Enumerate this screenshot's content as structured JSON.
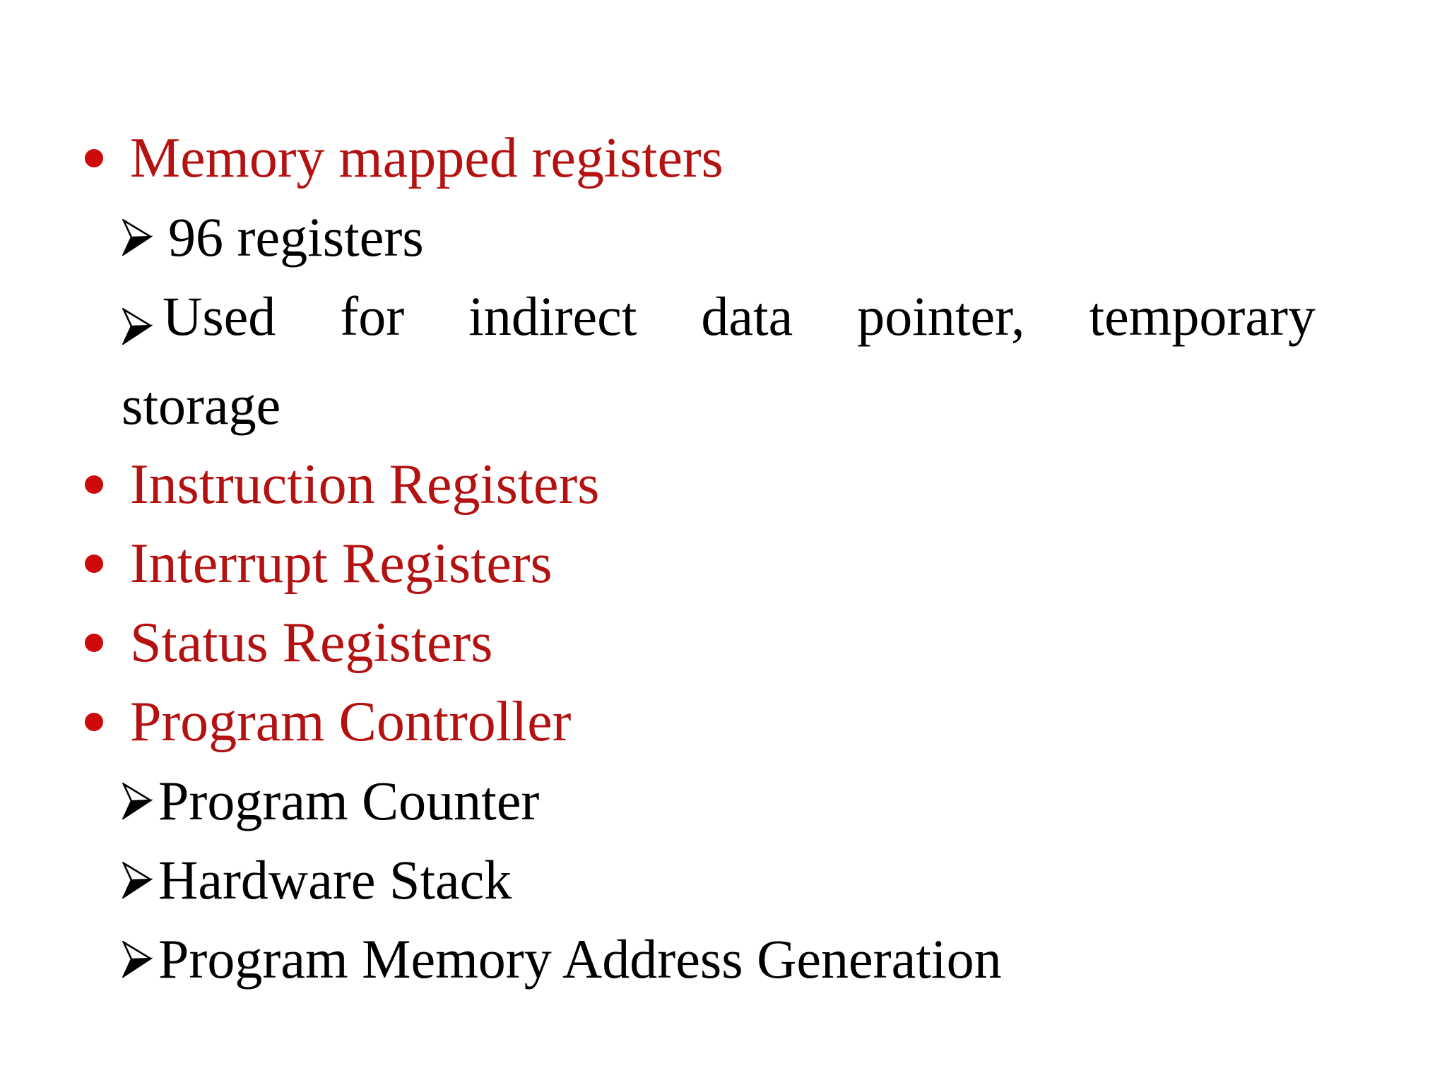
{
  "slide": {
    "background_color": "#FFFFFF",
    "accent_color": "#B41111",
    "bullet_marker_color": "#CE0A0A",
    "body_color": "#000000",
    "bullet_glyph": "disc-bullet-icon",
    "sub_bullet_glyph": "arrowhead-bullet-icon"
  },
  "outline": [
    {
      "level": 1,
      "label": "Memory mapped registers",
      "color": "#B41111",
      "children": [
        {
          "level": 2,
          "label": "96 registers",
          "color": "#000000"
        },
        {
          "level": 2,
          "label": "Used for indirect data pointer, temporary storage",
          "color": "#000000",
          "line_1": "Used for indirect data pointer, temporary",
          "line_2": "storage",
          "justified": true
        }
      ]
    },
    {
      "level": 1,
      "label": "Instruction Registers",
      "color": "#B41111",
      "children": []
    },
    {
      "level": 1,
      "label": "Interrupt Registers",
      "color": "#B41111",
      "children": []
    },
    {
      "level": 1,
      "label": "Status Registers",
      "color": "#B41111",
      "children": []
    },
    {
      "level": 1,
      "label": "Program Controller",
      "color": "#B41111",
      "children": [
        {
          "level": 2,
          "label": "Program Counter",
          "color": "#000000"
        },
        {
          "level": 2,
          "label": "Hardware Stack",
          "color": "#000000"
        },
        {
          "level": 2,
          "label": "Program Memory Address Generation",
          "color": "#000000"
        }
      ]
    }
  ]
}
